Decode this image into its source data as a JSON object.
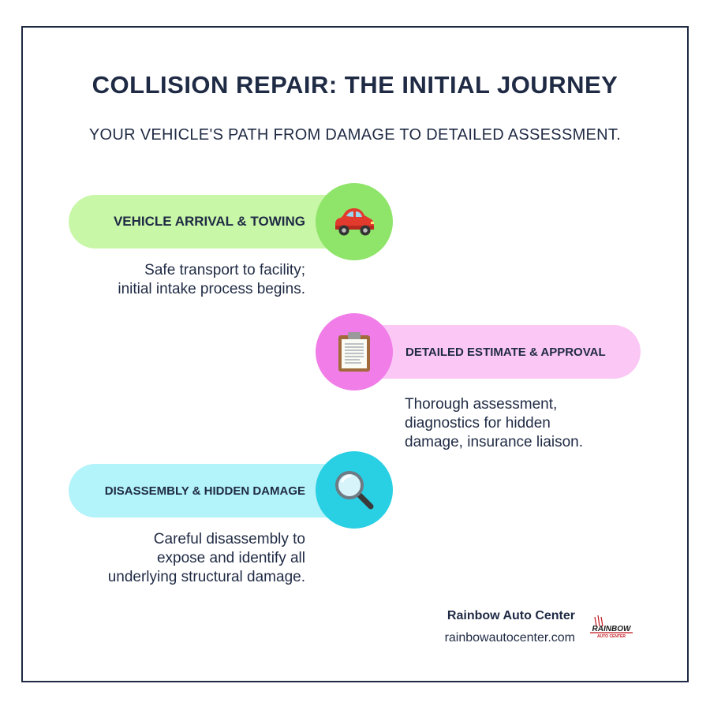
{
  "title": "COLLISION REPAIR: THE INITIAL JOURNEY",
  "subtitle": "YOUR VEHICLE'S PATH FROM DAMAGE TO DETAILED ASSESSMENT.",
  "steps": [
    {
      "label": "VEHICLE ARRIVAL & TOWING",
      "desc_lines": [
        "Safe transport to facility;",
        "initial intake process begins."
      ],
      "icon": "car-icon",
      "pill_color": "#c9f7a8",
      "circle_color": "#8fe46a"
    },
    {
      "label": "DETAILED ESTIMATE & APPROVAL",
      "desc_lines": [
        "Thorough assessment,",
        "diagnostics for hidden",
        "damage, insurance liaison."
      ],
      "icon": "clipboard-icon",
      "pill_color": "#fbc8f5",
      "circle_color": "#f17de8"
    },
    {
      "label": "DISASSEMBLY & HIDDEN DAMAGE",
      "desc_lines": [
        "Careful disassembly to",
        "expose and identify all",
        "underlying structural damage."
      ],
      "icon": "magnifying-glass-icon",
      "pill_color": "#b3f3fa",
      "circle_color": "#29cfe3"
    }
  ],
  "footer": {
    "company": "Rainbow Auto Center",
    "url": "rainbowautocenter.com"
  },
  "logo": {
    "text": "RAINBOW",
    "subtext": "AUTO CENTER"
  }
}
